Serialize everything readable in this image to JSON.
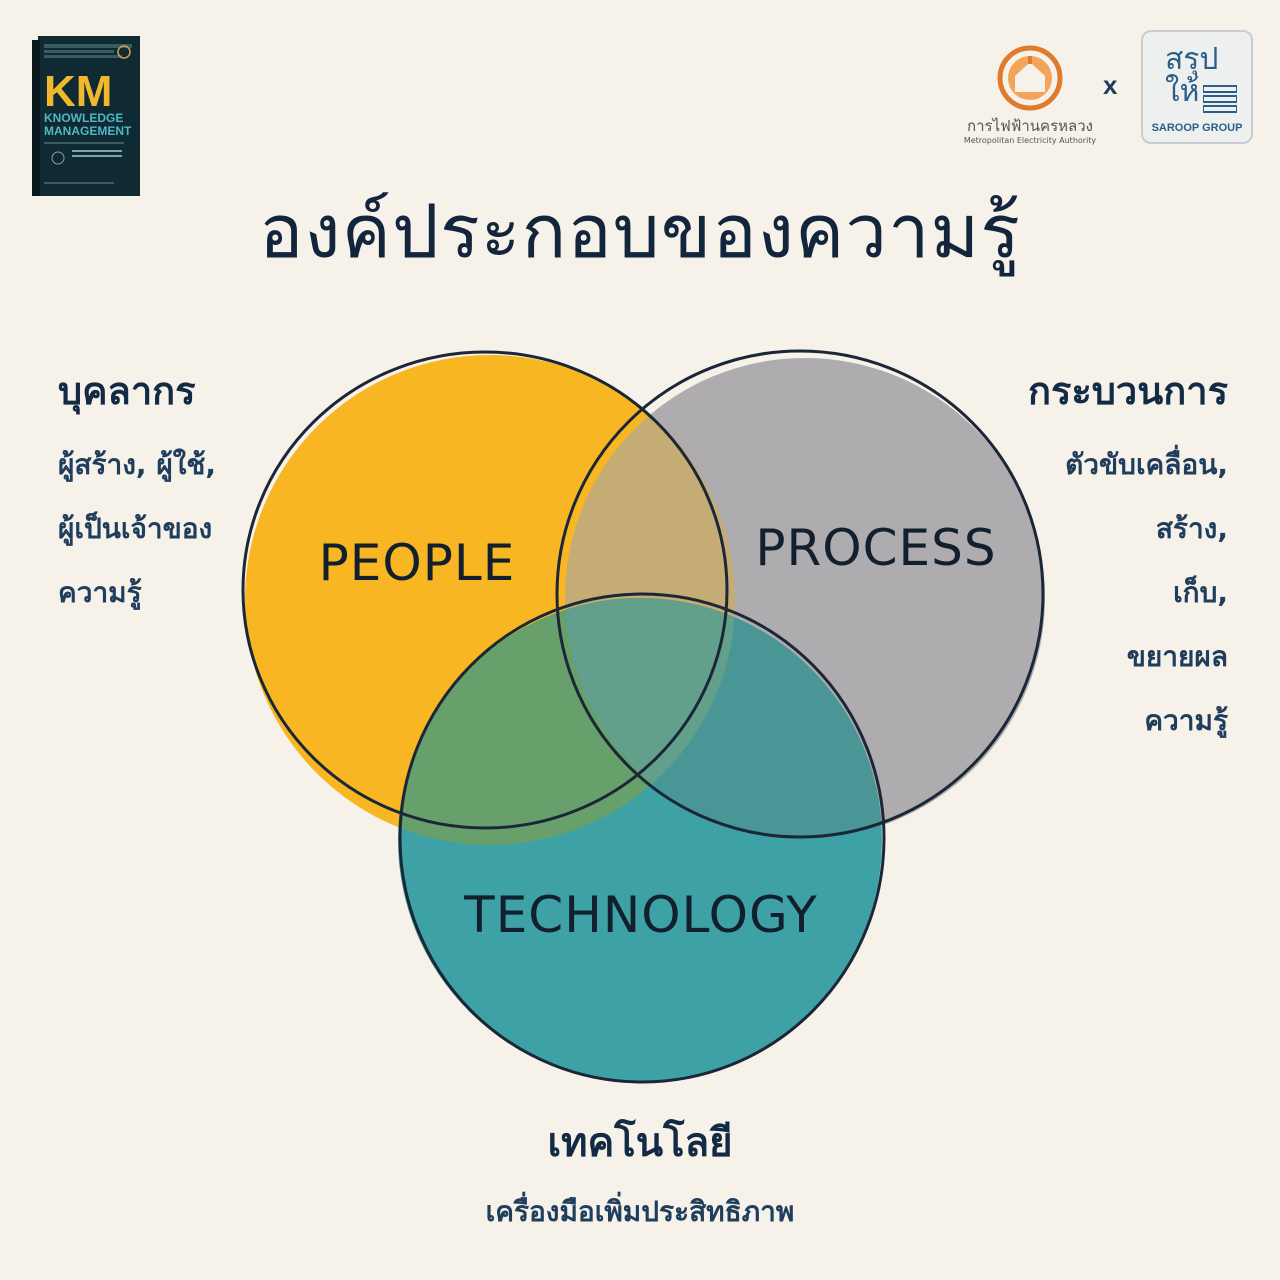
{
  "book": {
    "title_main": "KM",
    "title_line1": "KNOWLEDGE",
    "title_line2": "MANAGEMENT"
  },
  "logos": {
    "mea_name_th": "การไฟฟ้านครหลวง",
    "mea_name_en": "Metropolitan Electricity Authority",
    "separator": "x",
    "saroop_mark": "สรุปให้",
    "saroop_caption": "SAROOP GROUP"
  },
  "title": "องค์ประกอบของความรู้",
  "venn": {
    "people": "PEOPLE",
    "process": "PROCESS",
    "technology": "TECHNOLOGY",
    "colors": {
      "people": "#f8b722",
      "process": "#a7a6a8",
      "technology": "#2a989f",
      "outline": "#1b2637"
    }
  },
  "left": {
    "heading": "บุคลากร",
    "lines": [
      "ผู้สร้าง, ผู้ใช้,",
      "ผู้เป็นเจ้าของ",
      "ความรู้"
    ]
  },
  "right": {
    "heading": "กระบวนการ",
    "lines": [
      "ตัวขับเคลื่อน,",
      "สร้าง,",
      "เก็บ,",
      "ขยายผล",
      "ความรู้"
    ]
  },
  "bottom": {
    "heading": "เทคโนโลยี",
    "sub": "เครื่องมือเพิ่มประสิทธิภาพ"
  }
}
